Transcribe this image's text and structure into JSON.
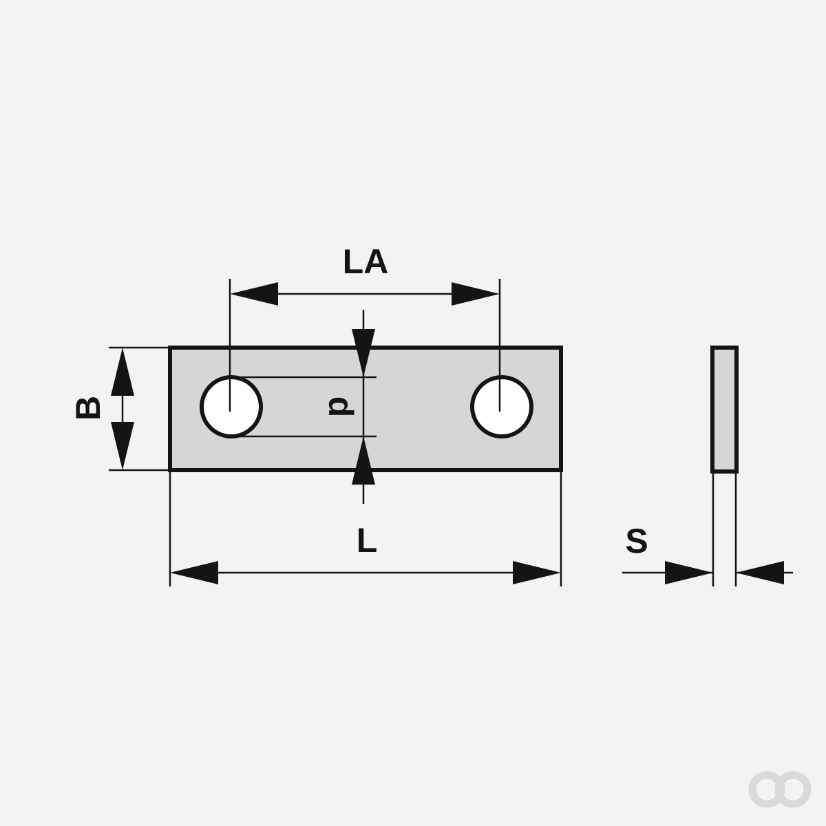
{
  "dimensions": {
    "length": "L",
    "hole_spacing": "LA",
    "width": "B",
    "hole_diameter": "d",
    "thickness": "S"
  },
  "colors": {
    "plate_fill": "#d6d6d6",
    "line": "#141414",
    "background": "#f3f3f3",
    "watermark": "#d9d9d9"
  }
}
